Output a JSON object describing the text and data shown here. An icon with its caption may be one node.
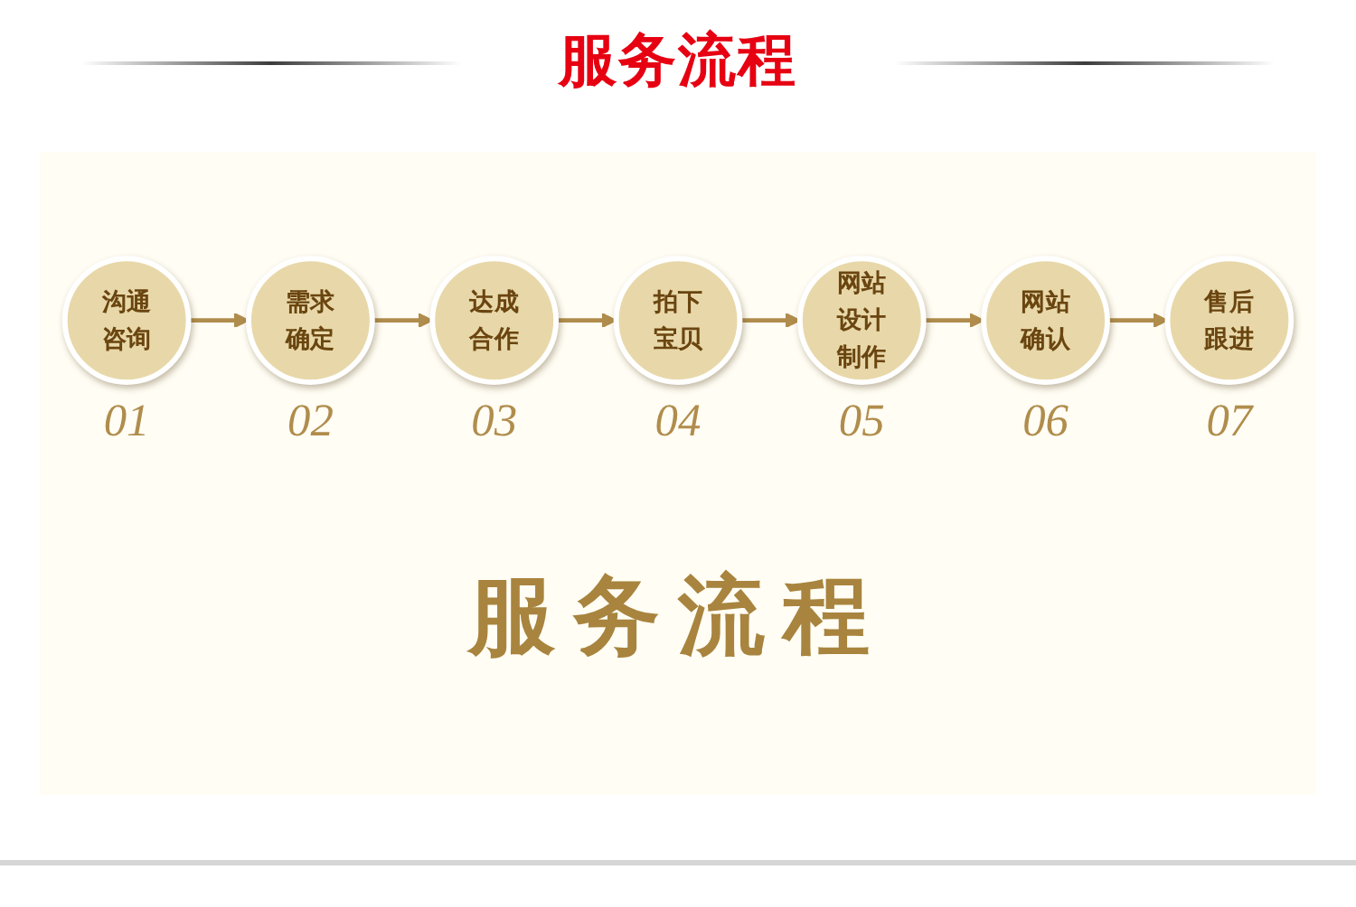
{
  "diagram": {
    "title": "服务流程",
    "nodes": [
      {
        "text": [
          "沟通咨询"
        ],
        "beside": [
          "01"
        ]
      },
      {
        "text": [
          "需求确定"
        ],
        "beside": [
          "02"
        ]
      },
      {
        "text": [
          "达成合作"
        ],
        "beside": [
          "03"
        ]
      },
      {
        "text": [
          "拍下宝贝"
        ],
        "beside": [
          "04"
        ]
      },
      {
        "text": [
          "网站设计制作"
        ],
        "beside": [
          "05"
        ]
      },
      {
        "text": [
          "网站确认"
        ],
        "beside": [
          "06"
        ]
      },
      {
        "text": [
          "售后跟进"
        ],
        "beside": [
          "07"
        ]
      }
    ],
    "edges": [
      {
        "from": 0,
        "to": 1,
        "arrow": "to"
      },
      {
        "from": 1,
        "to": 2,
        "arrow": "to"
      },
      {
        "from": 2,
        "to": 3,
        "arrow": "to"
      },
      {
        "from": 3,
        "to": 4,
        "arrow": "to"
      },
      {
        "from": 4,
        "to": 5,
        "arrow": "to"
      },
      {
        "from": 5,
        "to": 6,
        "arrow": "to"
      }
    ],
    "labels": [
      "服务流程"
    ]
  }
}
